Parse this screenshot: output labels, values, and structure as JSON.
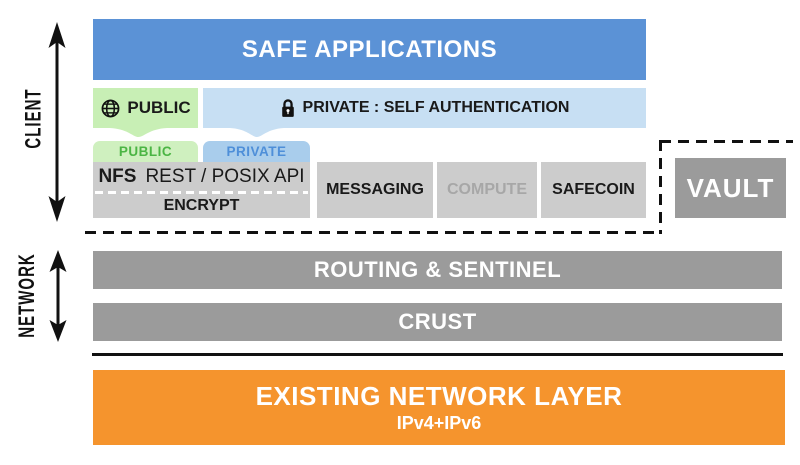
{
  "colors": {
    "blue": "#5b92d6",
    "light_blue": "#c7dff3",
    "tab_blue_bg": "#a9cdec",
    "tab_blue_text": "#4e8fd9",
    "green": "#c8efb5",
    "tab_green_bg": "#cff0bf",
    "tab_green_text": "#4bb544",
    "light_gray": "#cccccc",
    "dark_gray": "#9b9b9b",
    "compute_text": "#a7a7a7",
    "orange": "#f5942d",
    "dash": "#111111",
    "text_dark": "#1a1a1a"
  },
  "side_labels": {
    "client": "CLIENT",
    "network": "NETWORK"
  },
  "client_section": {
    "safe_applications": "SAFE APPLICATIONS",
    "public_band": "PUBLIC",
    "private_band": "PRIVATE : SELF AUTHENTICATION",
    "public_tab": "PUBLIC",
    "private_tab": "PRIVATE",
    "nfs": "NFS",
    "api": "REST / POSIX API",
    "encrypt": "ENCRYPT",
    "messaging": "MESSAGING",
    "compute": "COMPUTE",
    "safecoin": "SAFECOIN",
    "vault": "VAULT"
  },
  "network_section": {
    "routing": "ROUTING & SENTINEL",
    "crust": "CRUST"
  },
  "foundation": {
    "title": "EXISTING NETWORK LAYER",
    "subtitle": "IPv4+IPv6"
  }
}
